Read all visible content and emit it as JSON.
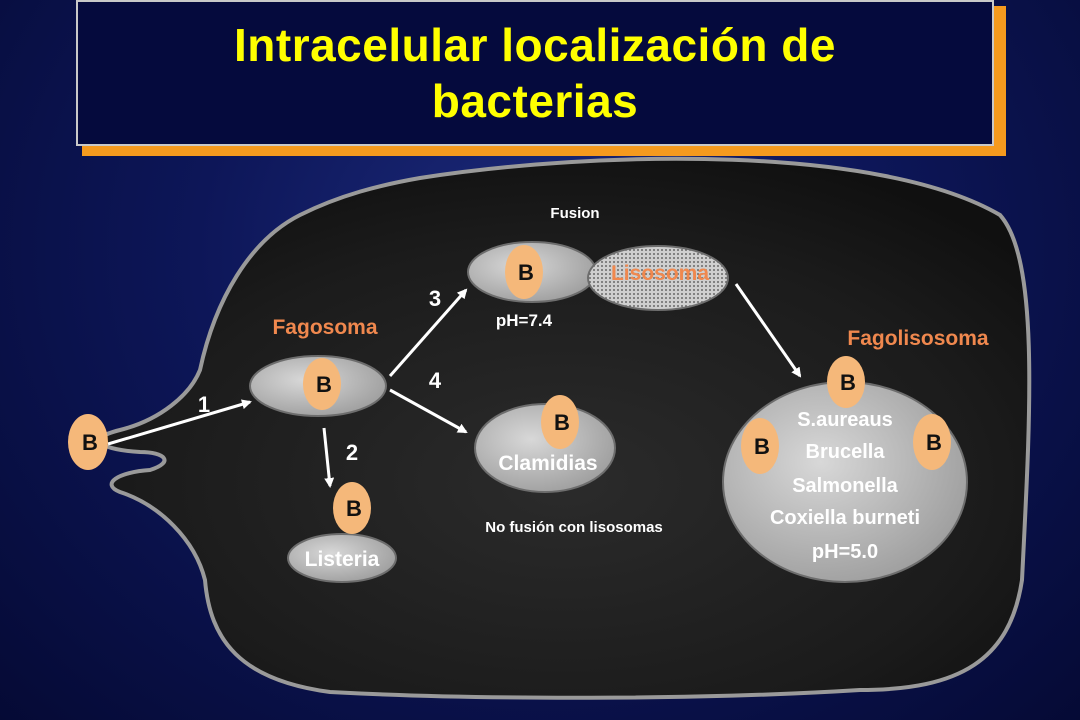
{
  "title": {
    "line1": "Intracelular localización de",
    "line2": "bacterias"
  },
  "bacterium_label": "B",
  "labels": {
    "fagosoma": "Fagosoma",
    "fagolisosoma": "Fagolisosoma",
    "lisosoma": "Lisosoma",
    "fusion": "Fusion",
    "ph_vacuole": "pH=7.4",
    "clamidias": "Clamidias",
    "no_fusion": "No fusión con lisosomas",
    "listeria": "Listeria"
  },
  "steps": {
    "step1": "1",
    "step2": "2",
    "step3": "3",
    "step4": "4"
  },
  "fagolisosoma_contents": [
    "S.aureaus",
    "Brucella",
    "Salmonella",
    "Coxiella burneti",
    "pH=5.0"
  ],
  "colors": {
    "title_text": "#ffff00",
    "title_shadow": "#f59a1e",
    "bacterium": "#f5b87a",
    "organelle_label": "#f0884e",
    "cell": "#1e1e1e",
    "vesicle": "#bcbcbc"
  }
}
